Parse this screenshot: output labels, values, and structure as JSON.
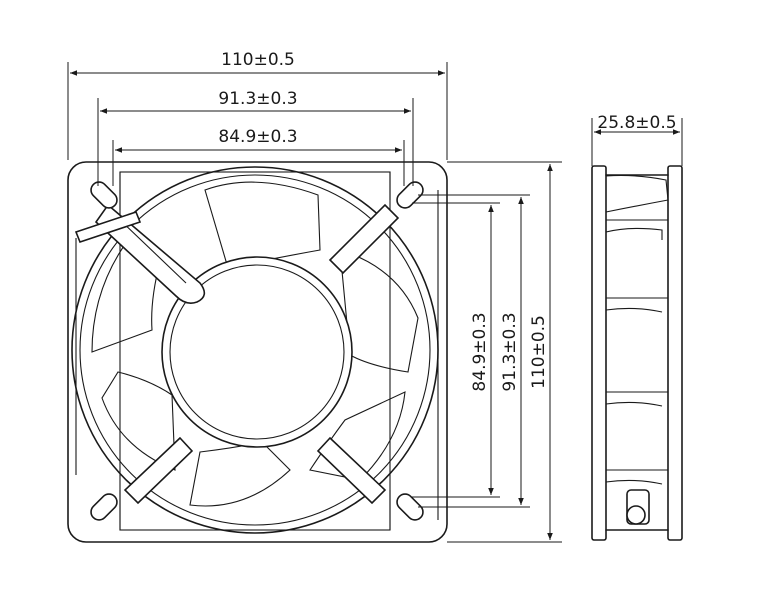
{
  "dimensions": {
    "overall_width": "110±0.5",
    "mid_width": "91.3±0.3",
    "inner_width": "84.9±0.3",
    "depth": "25.8±0.5",
    "inner_height": "84.9±0.3",
    "mid_height": "91.3±0.3",
    "overall_height": "110±0.5"
  }
}
